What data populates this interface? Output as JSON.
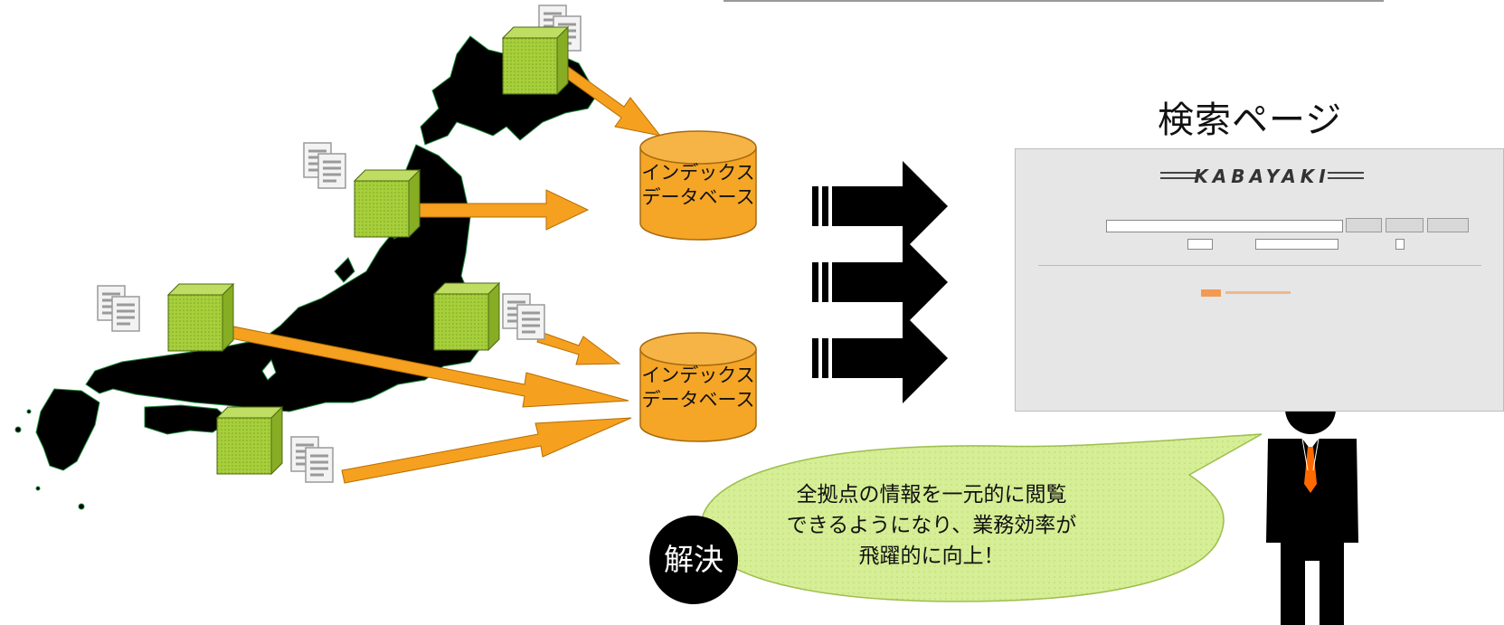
{
  "search_page": {
    "title": "検索ページ",
    "logo_text": "KABAYAKI"
  },
  "databases": [
    {
      "label_line1": "インデックス",
      "label_line2": "データベース"
    },
    {
      "label_line1": "インデックス",
      "label_line2": "データベース"
    }
  ],
  "speech_bubble": {
    "lines": [
      "全拠点の情報を一元的に閲覧",
      "できるようになり、業務効率が",
      "飛躍的に向上！"
    ]
  },
  "badge": {
    "label": "解決"
  },
  "colors": {
    "arrow_orange": "#f5a01f",
    "cube_green": "#a6cf3a",
    "cylinder_orange": "#f5a626",
    "bubble_green": "#d3ed8e",
    "map_black": "#000000",
    "tie_orange": "#ff6a00"
  }
}
